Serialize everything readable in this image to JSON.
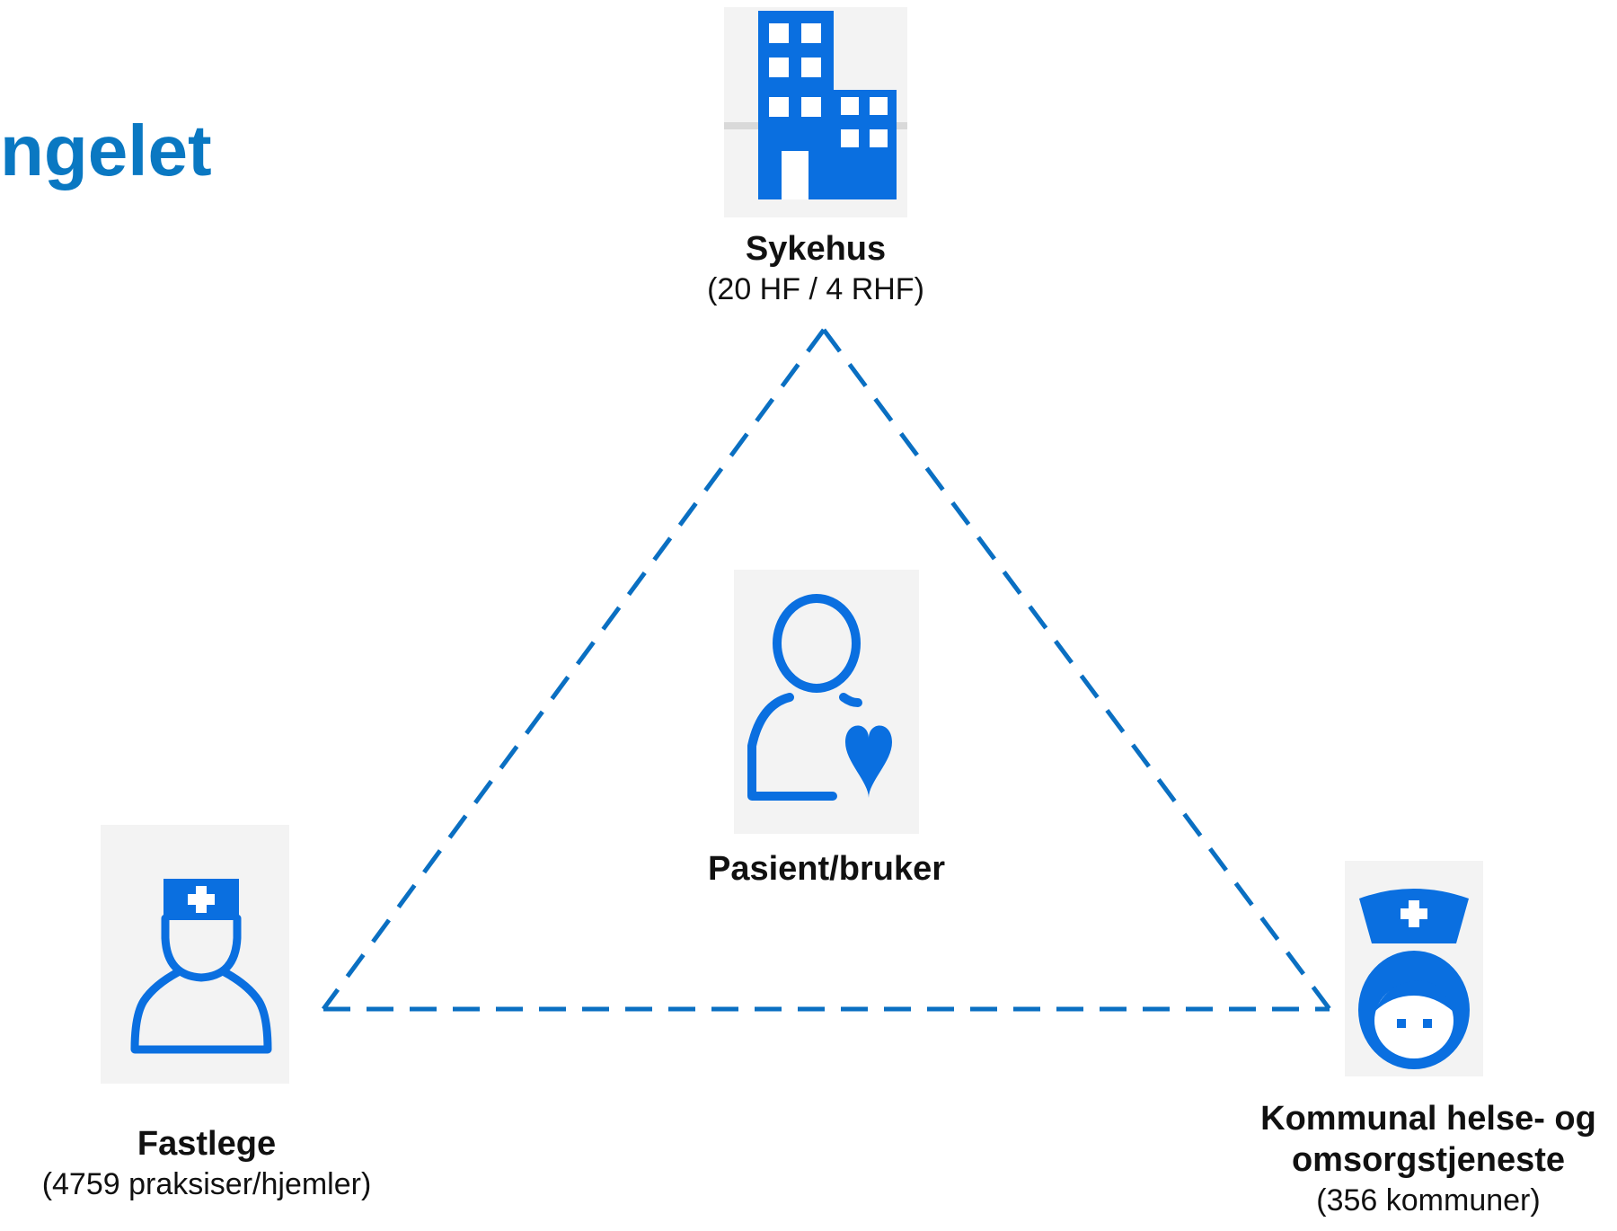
{
  "title": "ngelet",
  "colors": {
    "accent": "#0a78c2",
    "icon_blue": "#0a6fe0",
    "icon_bg": "#f3f3f3",
    "text": "#111111",
    "connector": "#0a6fc2"
  },
  "nodes": {
    "sykehus": {
      "icon": "hospital-building-icon",
      "name": "Sykehus",
      "detail": "(20 HF / 4 RHF)"
    },
    "patient": {
      "icon": "patient-heart-icon",
      "name": "Pasient/bruker"
    },
    "fastlege": {
      "icon": "doctor-icon",
      "name": "Fastlege",
      "detail": "(4759 praksiser/hjemler)"
    },
    "kommune": {
      "icon": "nurse-icon",
      "name_line1": "Kommunal helse- og",
      "name_line2": "omsorgstjeneste",
      "detail": "(356 kommuner)"
    }
  },
  "connections": [
    {
      "from": "sykehus",
      "to": "fastlege",
      "style": "dashed"
    },
    {
      "from": "sykehus",
      "to": "kommune",
      "style": "dashed"
    },
    {
      "from": "fastlege",
      "to": "kommune",
      "style": "dashed"
    }
  ]
}
